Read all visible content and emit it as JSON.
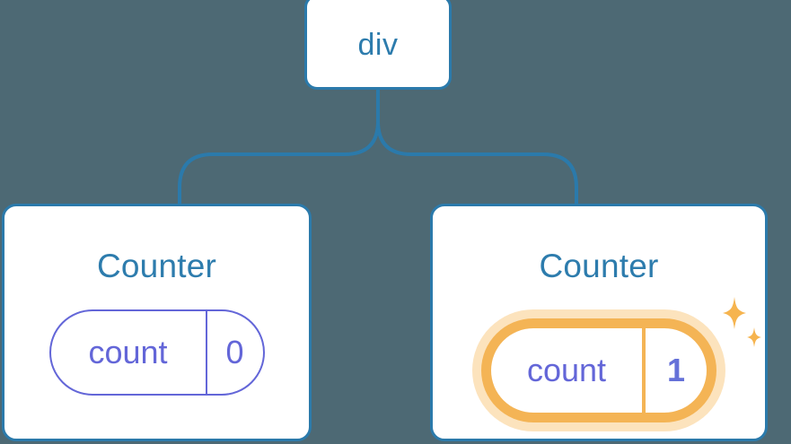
{
  "diagram": {
    "type": "component-tree",
    "background_color": "#4d6974",
    "accent_color": "#2d7cad",
    "state_color": "#6366d8",
    "highlight_color": "#f4b455",
    "highlight_glow_color": "#fce3bd",
    "root": {
      "label": "div"
    },
    "children": [
      {
        "title": "Counter",
        "state": {
          "key": "count",
          "value": "0",
          "highlighted": false
        }
      },
      {
        "title": "Counter",
        "state": {
          "key": "count",
          "value": "1",
          "highlighted": true
        },
        "sparkle_icons": [
          "sparkle-large",
          "sparkle-small"
        ]
      }
    ]
  }
}
